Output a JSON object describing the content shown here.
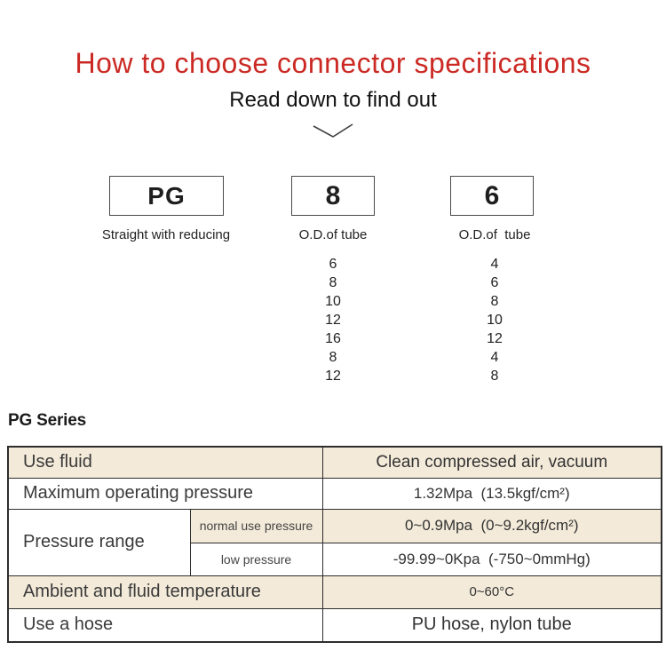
{
  "header": {
    "title": "How to choose connector specifications",
    "subtitle": "Read down to find out"
  },
  "selector": {
    "boxes": [
      {
        "code": "PG",
        "label": "Straight with reducing",
        "sizes": []
      },
      {
        "code": "8",
        "label": "O.D.of tube",
        "sizes": [
          "6",
          "8",
          "10",
          "12",
          "16",
          "8",
          "12"
        ]
      },
      {
        "code": "6",
        "label": "O.D.of  tube",
        "sizes": [
          "4",
          "6",
          "8",
          "10",
          "12",
          "4",
          "8"
        ]
      }
    ]
  },
  "series": {
    "heading": "PG Series"
  },
  "spec_table": {
    "use_fluid_label": "Use fluid",
    "use_fluid_value": "Clean compressed air, vacuum",
    "max_pressure_label": "Maximum operating pressure",
    "max_pressure_value": "1.32Mpa  (13.5kgf/cm²)",
    "pressure_range_label": "Pressure range",
    "normal_pressure_label": "normal use pressure",
    "normal_pressure_value": "0~0.9Mpa  (0~9.2kgf/cm²)",
    "low_pressure_label": "low pressure",
    "low_pressure_value": "-99.99~0Kpa  (-750~0mmHg)",
    "ambient_label": "Ambient and fluid temperature",
    "ambient_value": "0~60°C",
    "hose_label": "Use a hose",
    "hose_value": "PU hose, nylon tube"
  },
  "colors": {
    "title_red": "#cb2a24",
    "row_highlight_beige": "#f3ead9",
    "table_border": "#2d2d2d"
  }
}
